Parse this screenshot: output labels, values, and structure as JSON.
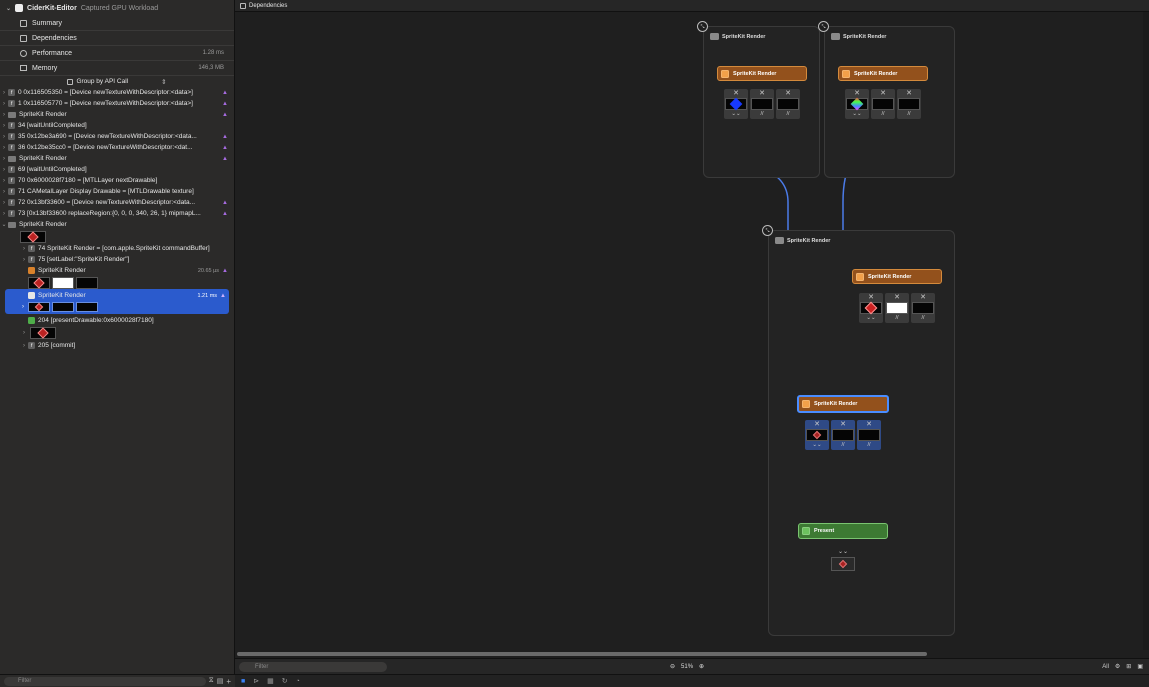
{
  "sidebar": {
    "app_name": "CiderKit-Editor",
    "workload": "Captured GPU Workload",
    "nav": [
      {
        "label": "Summary",
        "value": "",
        "icon": "summary-icon"
      },
      {
        "label": "Dependencies",
        "value": "",
        "icon": "dependencies-icon"
      },
      {
        "label": "Performance",
        "value": "1.28 ms",
        "icon": "gauge-icon"
      },
      {
        "label": "Memory",
        "value": "146,3 MB",
        "icon": "memory-icon"
      }
    ],
    "group_by": "Group by API Call",
    "calls": [
      {
        "text": "0 0x116505350 = [Device newTextureWithDescriptor:<data>]",
        "flag": true
      },
      {
        "text": "1 0x116505770 = [Device newTextureWithDescriptor:<data>]",
        "flag": true
      },
      {
        "text": "SpriteKit Render",
        "flag": true
      },
      {
        "text": "34 [waitUntilCompleted]",
        "flag": false
      },
      {
        "text": "35 0x12be3a690 = [Device newTextureWithDescriptor:<data...",
        "flag": true
      },
      {
        "text": "36 0x12be35cc0 = [Device newTextureWithDescriptor:<dat...",
        "flag": true
      },
      {
        "text": "SpriteKit Render",
        "flag": true
      },
      {
        "text": "69 [waitUntilCompleted]",
        "flag": false
      },
      {
        "text": "70 0x6000028f7180 = [MTLLayer nextDrawable]",
        "flag": false
      },
      {
        "text": "71 CAMetalLayer Display Drawable = [MTLDrawable texture]",
        "flag": false
      },
      {
        "text": "72 0x13bf33600 = [Device newTextureWithDescriptor:<data...",
        "flag": true
      },
      {
        "text": "73 [0x13bf33600 replaceRegion:{0, 0, 0, 340, 26, 1} mipmapL...",
        "flag": true
      },
      {
        "text": "SpriteKit Render",
        "flag": false
      }
    ],
    "sub_calls": [
      "74 SpriteKit Render = [com.apple.SpriteKit commandBuffer]",
      "75 [setLabel:\"SpriteKit Render\"]"
    ],
    "encoder1": {
      "label": "SpriteKit Render",
      "time": "20.65 µs"
    },
    "encoder2": {
      "label": "SpriteKit Render",
      "time": "1.21 ms"
    },
    "present_call": "204 [presentDrawable:0x6000028f7180]",
    "commit_call": "205 [commit]",
    "filter_placeholder": "Filter"
  },
  "main": {
    "title": "Dependencies",
    "filter_placeholder": "Filter",
    "zoom": "51%",
    "all_label": "All"
  },
  "graph": {
    "group_label": "SpriteKit Render",
    "node_label": "SpriteKit Render",
    "present_label": "Present",
    "close_glyph": "✕",
    "load_glyph": "//",
    "store_glyph": "⌄⌄"
  }
}
